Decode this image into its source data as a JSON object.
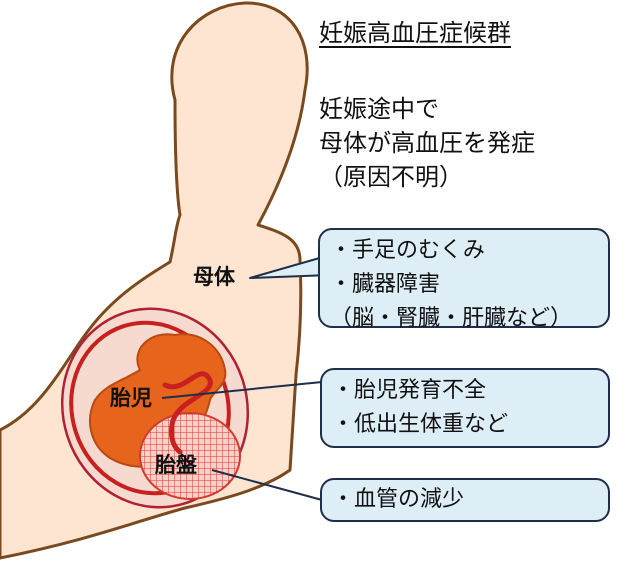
{
  "title": "妊娠高血圧症候群",
  "description": [
    "妊娠途中で",
    "母体が高血圧を発症",
    "（原因不明）"
  ],
  "labels": {
    "mother": "母体",
    "fetus": "胎児",
    "placenta": "胎盤"
  },
  "callouts": {
    "mother": [
      "・手足のむくみ",
      "・臓器障害",
      "（脳・腎臓・肝臓など）"
    ],
    "fetus": [
      "・胎児発育不全",
      "・低出生体重など"
    ],
    "placenta": [
      "・血管の減少"
    ]
  },
  "colors": {
    "body_fill": "#fde5d1",
    "body_outline": "#7a4a1e",
    "uterus_fill": "#f6d9cf",
    "uterus_outline": "#b22033",
    "fetus_fill": "#e7641c",
    "cord": "#c8201f",
    "placenta_grid": "#d53a2e",
    "callout_fill": "#deeef7",
    "callout_border": "#1f2f4a"
  }
}
